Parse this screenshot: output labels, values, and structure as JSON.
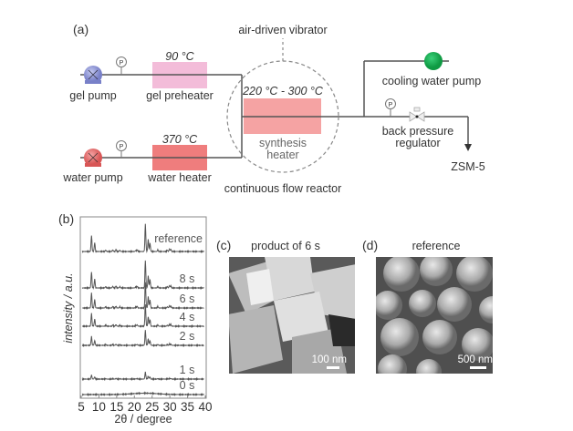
{
  "panel_a": {
    "label": "(a)",
    "vibrator": "air-driven vibrator",
    "gel_pump": "gel pump",
    "gel_preheater": "gel preheater",
    "gel_temp": "90 °C",
    "water_pump": "water pump",
    "water_heater": "water heater",
    "water_temp": "370 °C",
    "synthesis_temp": "220 °C - 300 °C",
    "synthesis_line1": "synthesis",
    "synthesis_line2": "heater",
    "reactor": "continuous flow reactor",
    "cooling_pump": "cooling water pump",
    "bpr_line1": "back pressure",
    "bpr_line2": "regulator",
    "product": "ZSM-5",
    "gauge": "P",
    "colors": {
      "gel_pump": "#8a93d6",
      "water_pump": "#e76a6a",
      "cooling_pump": "#16a34a",
      "gel_preheater": "#f3bcd9",
      "water_heater": "#ef7d7d",
      "synthesis_heater": "#f5a3a3"
    }
  },
  "panel_c": {
    "label": "(c)",
    "title": "product of 6 s",
    "scale": "100 nm"
  },
  "panel_d": {
    "label": "(d)",
    "title": "reference",
    "scale": "500 nm"
  },
  "chart_data": {
    "type": "line",
    "panel_label": "(b)",
    "xlabel": "2θ / degree",
    "ylabel": "intensity / a.u.",
    "xlim": [
      5,
      40
    ],
    "xticks": [
      "5",
      "10",
      "15",
      "20",
      "25",
      "30",
      "35",
      "40"
    ],
    "peaks_2theta": [
      7.9,
      8.8,
      11.9,
      13.9,
      14.8,
      15.9,
      20.4,
      20.8,
      23.1,
      23.9,
      24.4,
      26.6,
      29.3,
      29.9,
      30.3
    ],
    "peak_rel_intensity": [
      0.58,
      0.32,
      0.05,
      0.06,
      0.07,
      0.05,
      0.04,
      0.06,
      1.0,
      0.45,
      0.3,
      0.06,
      0.05,
      0.09,
      0.07
    ],
    "series": [
      {
        "name": "reference",
        "label": "reference",
        "relative_scale": 1.0
      },
      {
        "name": "8 s",
        "label": "8 s",
        "relative_scale": 1.0
      },
      {
        "name": "6 s",
        "label": "6 s",
        "relative_scale": 0.95
      },
      {
        "name": "4 s",
        "label": "4 s",
        "relative_scale": 0.8
      },
      {
        "name": "2 s",
        "label": "2 s",
        "relative_scale": 0.55
      },
      {
        "name": "1 s",
        "label": "1 s",
        "relative_scale": 0.25
      },
      {
        "name": "0 s",
        "label": "0 s",
        "relative_scale": 0.0
      }
    ]
  }
}
